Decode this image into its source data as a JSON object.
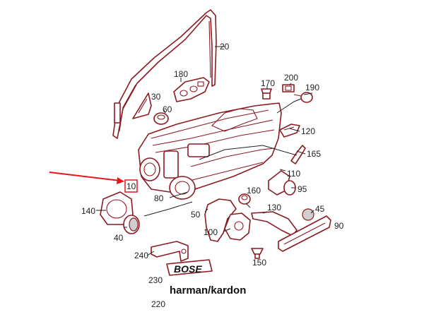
{
  "diagram": {
    "callout_color": "#e8141b",
    "line_color": "#8c1a22",
    "highlighted_part": "10",
    "part_numbers": {
      "p10": "10",
      "p20": "20",
      "p30": "30",
      "p40": "40",
      "p45": "45",
      "p50": "50",
      "p60": "60",
      "p80": "80",
      "p90": "90",
      "p95": "95",
      "p100": "100",
      "p110": "110",
      "p120": "120",
      "p130": "130",
      "p140": "140",
      "p150": "150",
      "p160": "160",
      "p165": "165",
      "p170": "170",
      "p180": "180",
      "p190": "190",
      "p200": "200",
      "p220": "220",
      "p230": "230",
      "p240": "240"
    },
    "badges": {
      "bose": "BOSE",
      "harman": "harman/kardon"
    }
  }
}
